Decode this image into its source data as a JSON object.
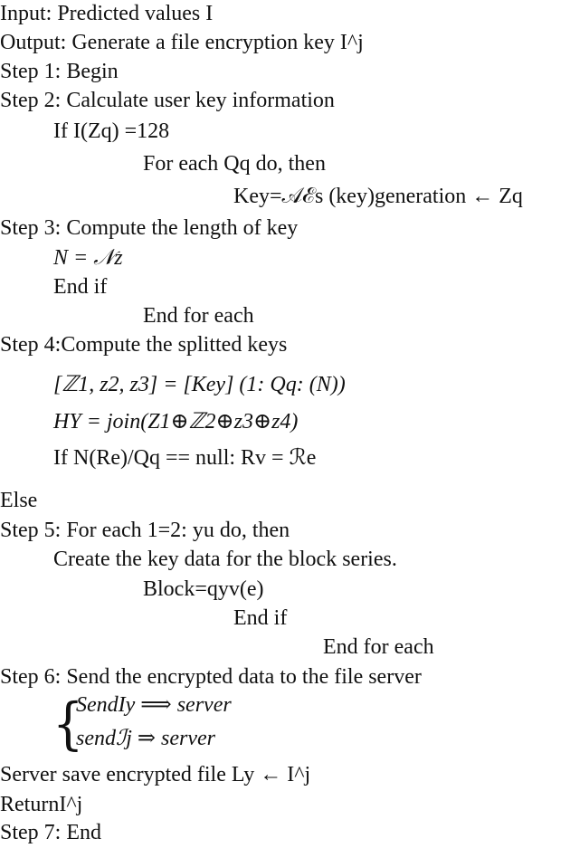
{
  "algorithm": {
    "input": "Input: Predicted values I",
    "output": "Output: Generate a file encryption key I^j",
    "step1": "Step 1: Begin",
    "step2": "Step 2: Calculate user key information",
    "if_cond": "If I(Zq) =128",
    "for_each_q": "For each Qq do, then",
    "key_gen": "Key=𝒜ℰs (key)generation ← Zq",
    "step3": "Step 3: Compute the length of key",
    "n_eq": "N = 𝒩z",
    "end_if_1": "End if",
    "end_for_1": "End for each",
    "step4": " Step 4:Compute the splitted keys",
    "split_eq": "[ℤ1, z2, z3] = [Key] (1: Qq: (N))",
    "hy_eq": "HY = join(Z1⊕ℤ2⊕z3⊕z4)",
    "if_null": "If N(Re)/Qq == null: Rv = ℛe",
    "else": "Else",
    "step5": "Step 5: For each 1=2: yu do, then",
    "create_key": "Create the key data for the block series.",
    "block_eq": "Block=qyv(e)",
    "end_if_2": "End if",
    "end_for_2": "End for each",
    "step6": "Step 6: Send the encrypted data to the file server",
    "send1": "SendIy ⟹ server",
    "send2": "sendℐj ⇒ server",
    "server_save": "Server save encrypted file Ly ← I^j",
    "return": "ReturnI^j",
    "step7": "Step 7: End"
  }
}
